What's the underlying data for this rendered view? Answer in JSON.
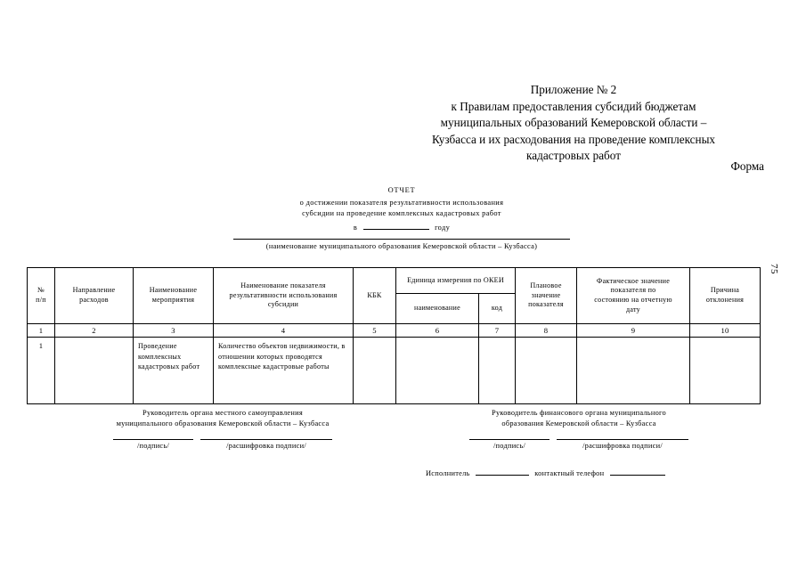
{
  "document": {
    "page_number": "75",
    "appendix": {
      "lines": [
        "Приложение № 2",
        "к Правилам предоставления субсидий бюджетам",
        "муниципальных образований Кемеровской области –",
        "Кузбасса и их расходования на проведение комплексных",
        "кадастровых работ"
      ],
      "form_label": "Форма"
    },
    "report_title": {
      "heading": "ОТЧЕТ",
      "subtitle_line1": "о достижении показателя результативности использования",
      "subtitle_line2": "субсидии на проведение комплексных кадастровых работ",
      "year_prefix": "в",
      "year_suffix": "году",
      "org_caption": "(наименование муниципального  образования Кемеровской области – Кузбасса)"
    },
    "table": {
      "headers": {
        "col1": "№\nп/п",
        "col1_line1": "№",
        "col1_line2": "п/п",
        "col2": "Направление\nрасходов",
        "col2_line1": "Направление",
        "col2_line2": "расходов",
        "col3_line1": "Наименование",
        "col3_line2": "мероприятия",
        "col4_line1": "Наименование показателя",
        "col4_line2": "результативности  использования",
        "col4_line3": "субсидии",
        "col5": "КБК",
        "group_okei": "Единица измерения по ОКЕИ",
        "col6": "наименование",
        "col7": "код",
        "col8_line1": "Плановое",
        "col8_line2": "значение",
        "col8_line3": "показателя",
        "col9_line1": "Фактическое значение",
        "col9_line2": "показателя по",
        "col9_line3": "состоянию на отчетную",
        "col9_line4": "дату",
        "col10_line1": "Причина",
        "col10_line2": "отклонения"
      },
      "number_row": [
        "1",
        "2",
        "3",
        "4",
        "5",
        "6",
        "7",
        "8",
        "9",
        "10"
      ],
      "rows": [
        {
          "c1": "1",
          "c2": "",
          "c3": "Проведение комплексных кадастровых работ",
          "c4": "Количество объектов недвижимости,  в отношении которых проводятся комплексные кадастровые работы",
          "c5": "",
          "c6": "",
          "c7": "",
          "c8": "",
          "c9": "",
          "c10": ""
        }
      ]
    },
    "footer": {
      "left": {
        "title_line1": "Руководитель органа местного самоуправления",
        "title_line2": "муниципального  образования Кемеровской области – Кузбасса",
        "sign_caption": "/подпись/",
        "decode_caption": "/расшифровка подписи/"
      },
      "right": {
        "title_line1": "Руководитель финансового органа муниципального",
        "title_line2": "образования  Кемеровской области – Кузбасса",
        "sign_caption": "/подпись/",
        "decode_caption": "/расшифровка подписи/"
      },
      "executor": {
        "label": "Исполнитель",
        "phone_label": "контактный телефон"
      }
    }
  }
}
